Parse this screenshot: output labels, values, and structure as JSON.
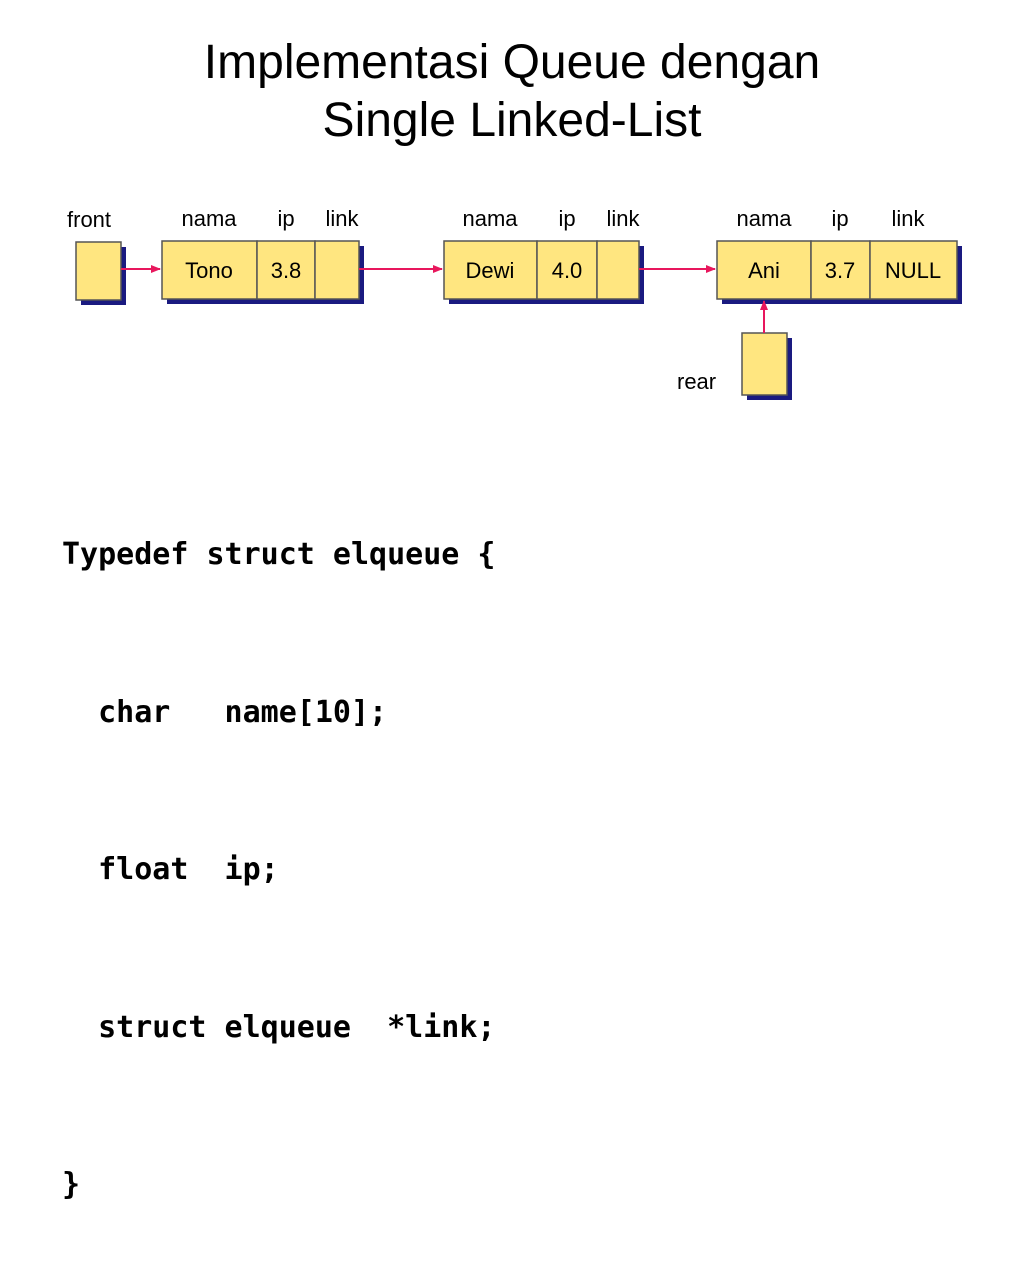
{
  "title": {
    "line1": "Implementasi Queue dengan",
    "line2": "Single Linked-List"
  },
  "diagram": {
    "front_label": "front",
    "rear_label": "rear",
    "field_headers": [
      "nama",
      "ip",
      "link"
    ],
    "nodes": [
      {
        "nama": "Tono",
        "ip": "3.8",
        "link": ""
      },
      {
        "nama": "Dewi",
        "ip": "4.0",
        "link": ""
      },
      {
        "nama": "Ani",
        "ip": "3.7",
        "link": "NULL"
      }
    ],
    "colors": {
      "cell_fill": "#FFE680",
      "cell_border": "#555555",
      "shadow": "#1A1A80",
      "arrow": "#E8175D"
    }
  },
  "code": [
    "Typedef struct elqueue {",
    "  char   name[10];",
    "  float  ip;",
    "  struct elqueue  *link;",
    "}"
  ]
}
